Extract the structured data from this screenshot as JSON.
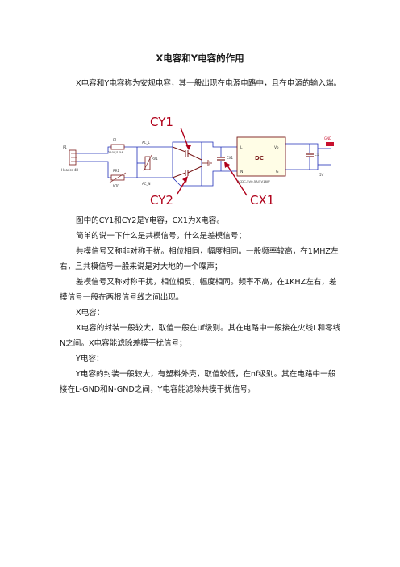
{
  "doc": {
    "title": "X电容和Y电容的作用",
    "intro": "X电容和Y电容称为安规电容，其一般出现在电源电路中，且在电源的输入端。",
    "figure": {
      "callouts": [
        "CY1",
        "CY2",
        "CX1"
      ],
      "small_labels": {
        "connector_ref": "P1",
        "connector_name": "Header 4H",
        "fuse_ref": "F1",
        "fuse_value": "250V/1.5A",
        "ntc_ref": "RR1",
        "ntc_name": "NTC",
        "ac_top": "AC_L",
        "ac_bottom": "AC_N",
        "varistor": "RV1",
        "cap_x1": "CX1",
        "module_name": "ACDC-5V0.5A/5V16W",
        "module_pin_l": "L",
        "module_pin_n": "N",
        "module_pin_vo": "Vo",
        "module_pin_gnd": "G",
        "output_cap": "C1",
        "output_net": "GND",
        "vout": "5V"
      },
      "colors": {
        "callout": "#b0001a",
        "wire": "#1f2db8",
        "part": "#7a1a1a"
      }
    },
    "paragraphs": [
      "图中的CY1和CY2是Y电容，CX1为X电容。",
      "简单的说一下什么是共模信号，什么是差模信号；",
      "共模信号又称非对称干扰。相位相同，幅度相同。一般频率较高，在1MHZ左右，且共模信号一般来说是对大地的一个噪声；",
      "差模信号又称对称干扰，相位相反，幅度相同。频率不高，在1KHZ左右，差模信号一般在两根信号线之间出现。",
      "X电容：",
      "X电容的封装一般较大，取值一般在uf级别。其在电路中一般接在火线L和零线N之间。X电容能滤除差模干扰信号；",
      "Y电容：",
      "Y电容的封装一般较大，有塑料外壳，取值较低，在nf级别。其在电路中一般接在L-GND和N-GND之间，Y电容能滤除共模干扰信号。"
    ]
  }
}
